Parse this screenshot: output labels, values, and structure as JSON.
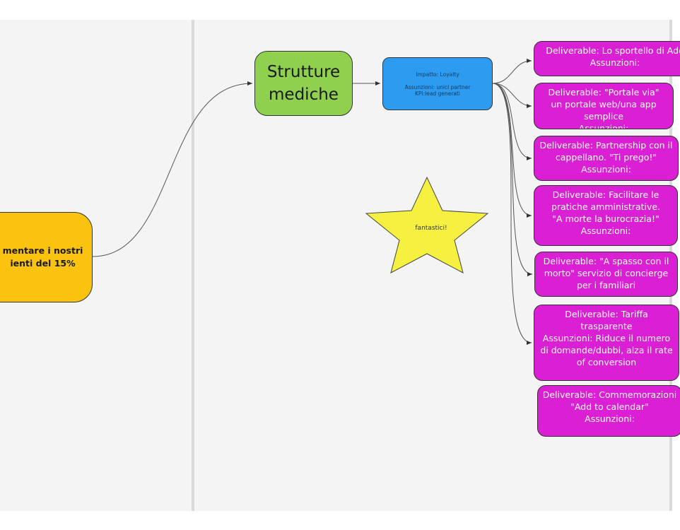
{
  "goal": {
    "lines": [
      "mentare i nostri",
      "ienti del 15%"
    ],
    "color": "#f9c30f"
  },
  "segment": {
    "lines": [
      "Strutture",
      "mediche"
    ],
    "color": "#8fd14f"
  },
  "detail": {
    "lines": [
      "Impatto: Loyalty",
      "",
      "Assunzioni: unici partner",
      "KPI:lead generati"
    ],
    "color": "#2d9bf0"
  },
  "star": {
    "label": "fantastici!",
    "color": "#f6f140"
  },
  "deliverables": [
    {
      "lines": [
        "Deliverable: Lo sportello di Ade",
        "Assunzioni:"
      ]
    },
    {
      "lines": [
        "Deliverable: \"Portale via\"",
        "un portale web/una app",
        "semplice",
        "Assunzioni:"
      ]
    },
    {
      "lines": [
        "Deliverable: Partnership con il",
        "cappellano. \"Ti prego!\"",
        "Assunzioni:"
      ]
    },
    {
      "lines": [
        "Deliverable: Facilitare le",
        "pratiche amministrative.",
        "\"A morte la burocrazia!\"",
        "Assunzioni:"
      ]
    },
    {
      "lines": [
        "Deliverable: \"A spasso con il",
        "morto\" servizio di concierge",
        "per i familiari"
      ]
    },
    {
      "lines": [
        "Deliverable: Tariffa",
        "trasparente",
        "Assunzioni: Riduce il numero",
        "di domande/dubbi, alza il rate",
        "of conversion"
      ]
    },
    {
      "lines": [
        "Deliverable: Commemorazioni",
        "\"Add to calendar\"",
        "Assunzioni:"
      ]
    }
  ],
  "colors": {
    "deliverable": "#da1fd4",
    "connector": "#555555",
    "frame": "#f4f4f4"
  }
}
